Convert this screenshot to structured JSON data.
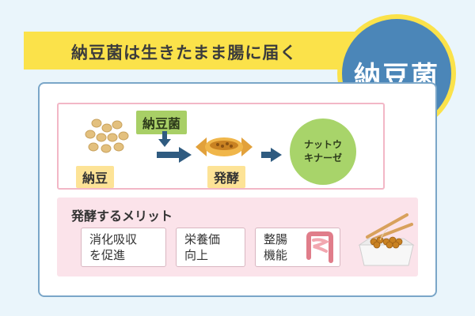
{
  "banner": {
    "text": "納豆菌は生きたまま腸に届く"
  },
  "circle": {
    "text": "納豆菌"
  },
  "process": {
    "bean_label": "納豆",
    "bacteria_label": "納豆菌",
    "ferment_label": "発酵",
    "enzyme_line1": "ナットウ",
    "enzyme_line2": "キナーゼ"
  },
  "merit": {
    "title": "発酵するメリット",
    "items": [
      {
        "line1": "消化吸収",
        "line2": "を促進"
      },
      {
        "line1": "栄養価",
        "line2": "向上"
      },
      {
        "line1": "整腸",
        "line2": "機能"
      }
    ]
  },
  "colors": {
    "banner": "#fbe24a",
    "circle": "#4b86b8",
    "arrow": "#2f5b80",
    "enzyme": "#a8d46a",
    "merit_bg": "#fbe3ea"
  },
  "icons": [
    "soybeans",
    "natto-pack",
    "intestine-icon",
    "natto-bowl-icon"
  ]
}
